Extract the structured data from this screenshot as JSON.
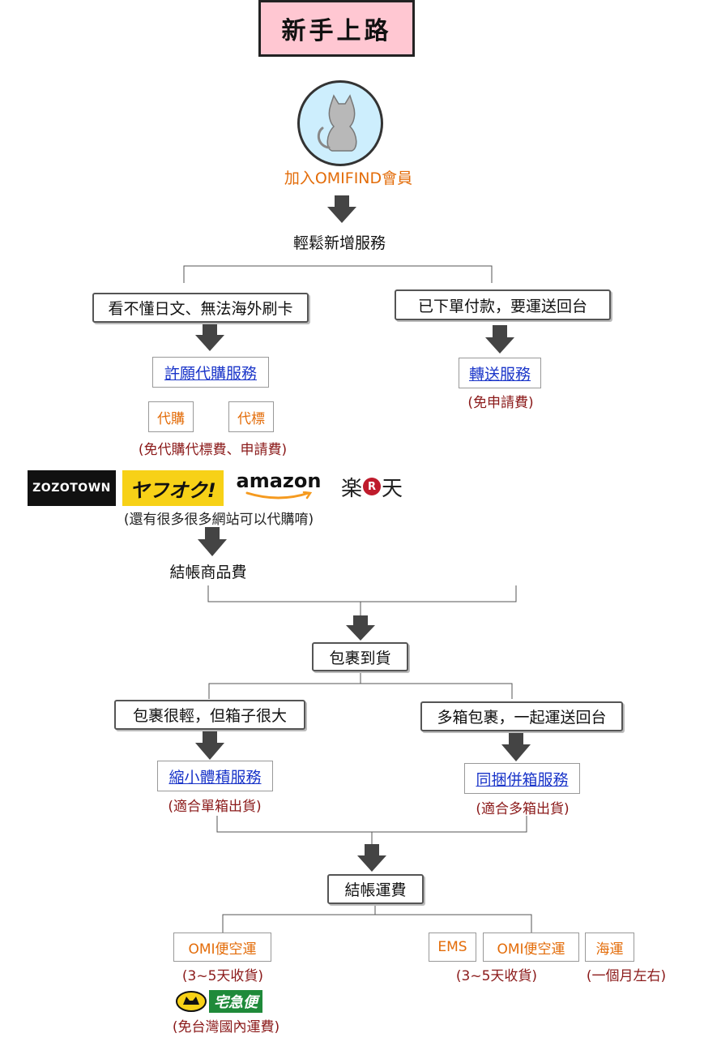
{
  "title": "新手上路",
  "join_label": "加入OMIFIND會員",
  "step_add_service": "輕鬆新增服務",
  "branch_left": "看不懂日文、無法海外刷卡",
  "branch_right": "已下單付款，要運送回台",
  "service_proxy": "許願代購服務",
  "service_forward": "轉送服務",
  "forward_note": "(免申請費)",
  "proxy_buy": "代購",
  "proxy_bid": "代標",
  "proxy_note": "(免代購代標費、申請費)",
  "sites_note": "(還有很多很多網站可以代購唷)",
  "logos": {
    "zozotown": "ZOZOTOWN",
    "yahoo_auction": "ヤフオク!",
    "amazon": "amazon",
    "rakuten_left": "楽",
    "rakuten_mark": "R",
    "rakuten_right": "天"
  },
  "step_checkout_goods": "結帳商品費",
  "step_arrival": "包裹到貨",
  "branch_light": "包裹很輕，但箱子很大",
  "branch_multi": "多箱包裹，一起運送回台",
  "service_shrink": "縮小體積服務",
  "shrink_note": "(適合單箱出貨)",
  "service_bundle": "同捆併箱服務",
  "bundle_note": "(適合多箱出貨)",
  "step_checkout_shipping": "結帳運費",
  "ship_omi_left": "OMI便空運",
  "ship_omi_left_note": "(3~5天收貨)",
  "ship_ems": "EMS",
  "ship_omi_right": "OMI便空運",
  "ship_omi_right_note": "(3~5天收貨)",
  "ship_sea": "海運",
  "ship_sea_note": "(一個月左右)",
  "kuroneko_logo": "宅急便",
  "domestic_note": "(免台灣國內運費)",
  "colors": {
    "title_bg": "#ffc7d2",
    "orange": "#e36c09",
    "link": "#1a35c9",
    "note_red": "#8b1a1a",
    "arrow": "#444444",
    "avatar_bg": "#cdeefd",
    "yahoo_bg": "#f7d117",
    "kuroneko_bg": "#1f8a3a"
  }
}
